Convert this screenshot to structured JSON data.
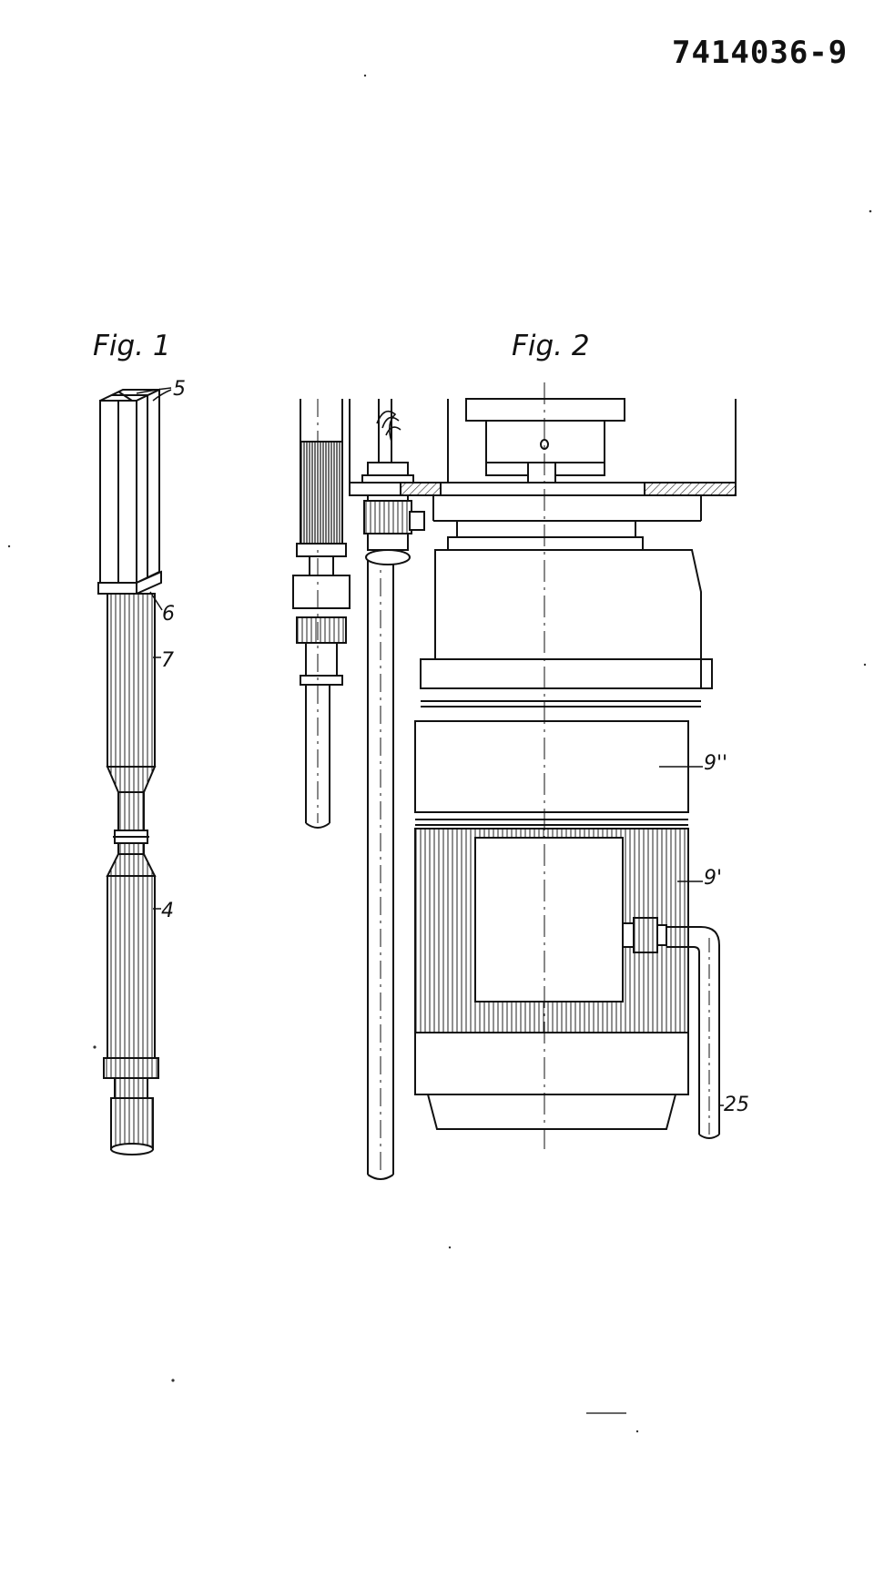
{
  "document": {
    "number": "7414036-9"
  },
  "figures": [
    {
      "caption": "Fig. 1",
      "reference_numerals": [
        "5",
        "6",
        "7",
        "4"
      ]
    },
    {
      "caption": "Fig. 2",
      "reference_numerals": [
        "9''",
        "9'",
        "25"
      ]
    }
  ]
}
